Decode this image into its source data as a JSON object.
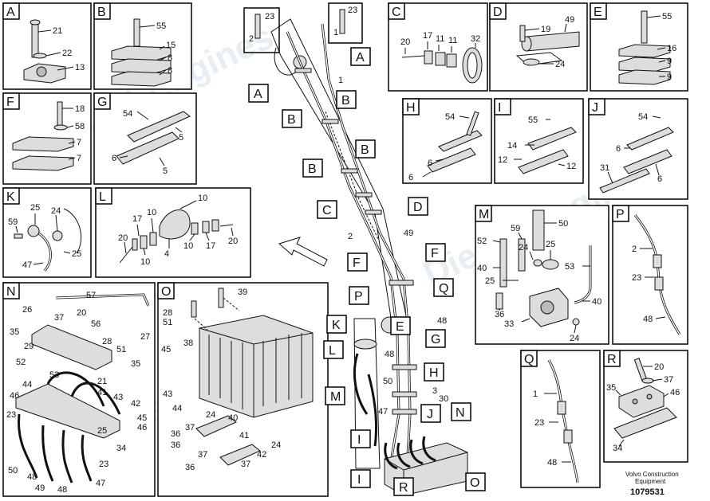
{
  "panels": {
    "A": {
      "letter": "A",
      "labels": [
        "21",
        "22",
        "13"
      ]
    },
    "B": {
      "letter": "B",
      "labels": [
        "55",
        "15",
        "8",
        "8"
      ]
    },
    "C": {
      "letter": "C",
      "labels": [
        "20",
        "17",
        "11",
        "11",
        "32"
      ]
    },
    "D": {
      "letter": "D",
      "labels": [
        "19",
        "49",
        "24"
      ]
    },
    "E": {
      "letter": "E",
      "labels": [
        "55",
        "16",
        "9",
        "9"
      ]
    },
    "F": {
      "letter": "F",
      "labels": [
        "18",
        "58",
        "7",
        "7"
      ]
    },
    "G": {
      "letter": "G",
      "labels": [
        "54",
        "6",
        "5",
        "5"
      ]
    },
    "H": {
      "letter": "H",
      "labels": [
        "54",
        "6",
        "6"
      ]
    },
    "I": {
      "letter": "I",
      "labels": [
        "55",
        "14",
        "12",
        "12"
      ]
    },
    "J": {
      "letter": "J",
      "labels": [
        "54",
        "6",
        "31",
        "6"
      ]
    },
    "K": {
      "letter": "K",
      "labels": [
        "25",
        "59",
        "24",
        "47",
        "25"
      ]
    },
    "L": {
      "letter": "L",
      "labels": [
        "10",
        "17",
        "10",
        "20",
        "10",
        "4",
        "10",
        "17",
        "20"
      ]
    },
    "M": {
      "letter": "M",
      "labels": [
        "50",
        "52",
        "59",
        "25",
        "40",
        "24",
        "53",
        "25",
        "40",
        "36",
        "33",
        "24"
      ]
    },
    "N": {
      "letter": "N",
      "labels": [
        "57",
        "26",
        "37",
        "20",
        "56",
        "35",
        "29",
        "28",
        "51",
        "27",
        "52",
        "35",
        "53",
        "44",
        "21",
        "46",
        "41",
        "43",
        "42",
        "23",
        "45",
        "46",
        "25",
        "34",
        "23",
        "50",
        "48",
        "49",
        "48",
        "47"
      ]
    },
    "O": {
      "letter": "O",
      "labels": [
        "39",
        "28",
        "51",
        "38",
        "45",
        "43",
        "44",
        "24",
        "40",
        "36",
        "37",
        "36",
        "41",
        "42",
        "24",
        "37",
        "36",
        "37"
      ]
    },
    "P": {
      "letter": "P",
      "labels": [
        "2",
        "23",
        "48"
      ]
    },
    "Q": {
      "letter": "Q",
      "labels": [
        "1",
        "23",
        "48"
      ]
    },
    "R": {
      "letter": "R",
      "labels": [
        "20",
        "37",
        "35",
        "46",
        "34"
      ]
    }
  },
  "main": {
    "tags": [
      "A",
      "A",
      "B",
      "B",
      "B",
      "B",
      "C",
      "D",
      "F",
      "F",
      "P",
      "Q",
      "K",
      "L",
      "M",
      "E",
      "G",
      "H",
      "I",
      "I",
      "J",
      "N",
      "R",
      "O"
    ],
    "labels": [
      "23",
      "2",
      "23",
      "1",
      "1",
      "2",
      "49",
      "48",
      "48",
      "50",
      "3",
      "30",
      "47"
    ]
  },
  "footer": {
    "maker": "Volvo Construction",
    "line2": "Equipment",
    "part_number": "1079531"
  },
  "watermark": {
    "text": "Diesel-Engines"
  }
}
